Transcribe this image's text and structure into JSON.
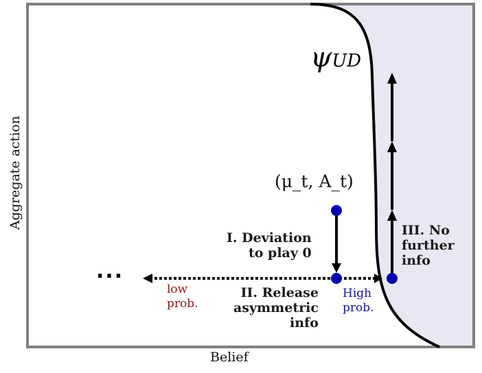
{
  "axes": {
    "x_label": "Belief",
    "y_label": "Aggregate action"
  },
  "curve": {
    "label_symbol": "ψ",
    "label_subscript": "UD"
  },
  "state_label": "(μ_t, A_t)",
  "steps": {
    "step1_line1": "I. Deviation",
    "step1_line2": "to play 0",
    "step2_line1": "II. Release",
    "step2_line2": "asymmetric",
    "step2_line3": "info",
    "step3_line1": "III. No",
    "step3_line2": "further",
    "step3_line3": "info"
  },
  "low_prob": {
    "line1": "low",
    "line2": "prob."
  },
  "high_prob": {
    "line1": "High",
    "line2": "prob."
  },
  "ellipsis": "...",
  "colors": {
    "shaded_region": "#e8e8f4",
    "frame": "#808080",
    "point": "#0000b0",
    "low_prob": "#8b1a1a",
    "high_prob": "#1a1a8c"
  }
}
